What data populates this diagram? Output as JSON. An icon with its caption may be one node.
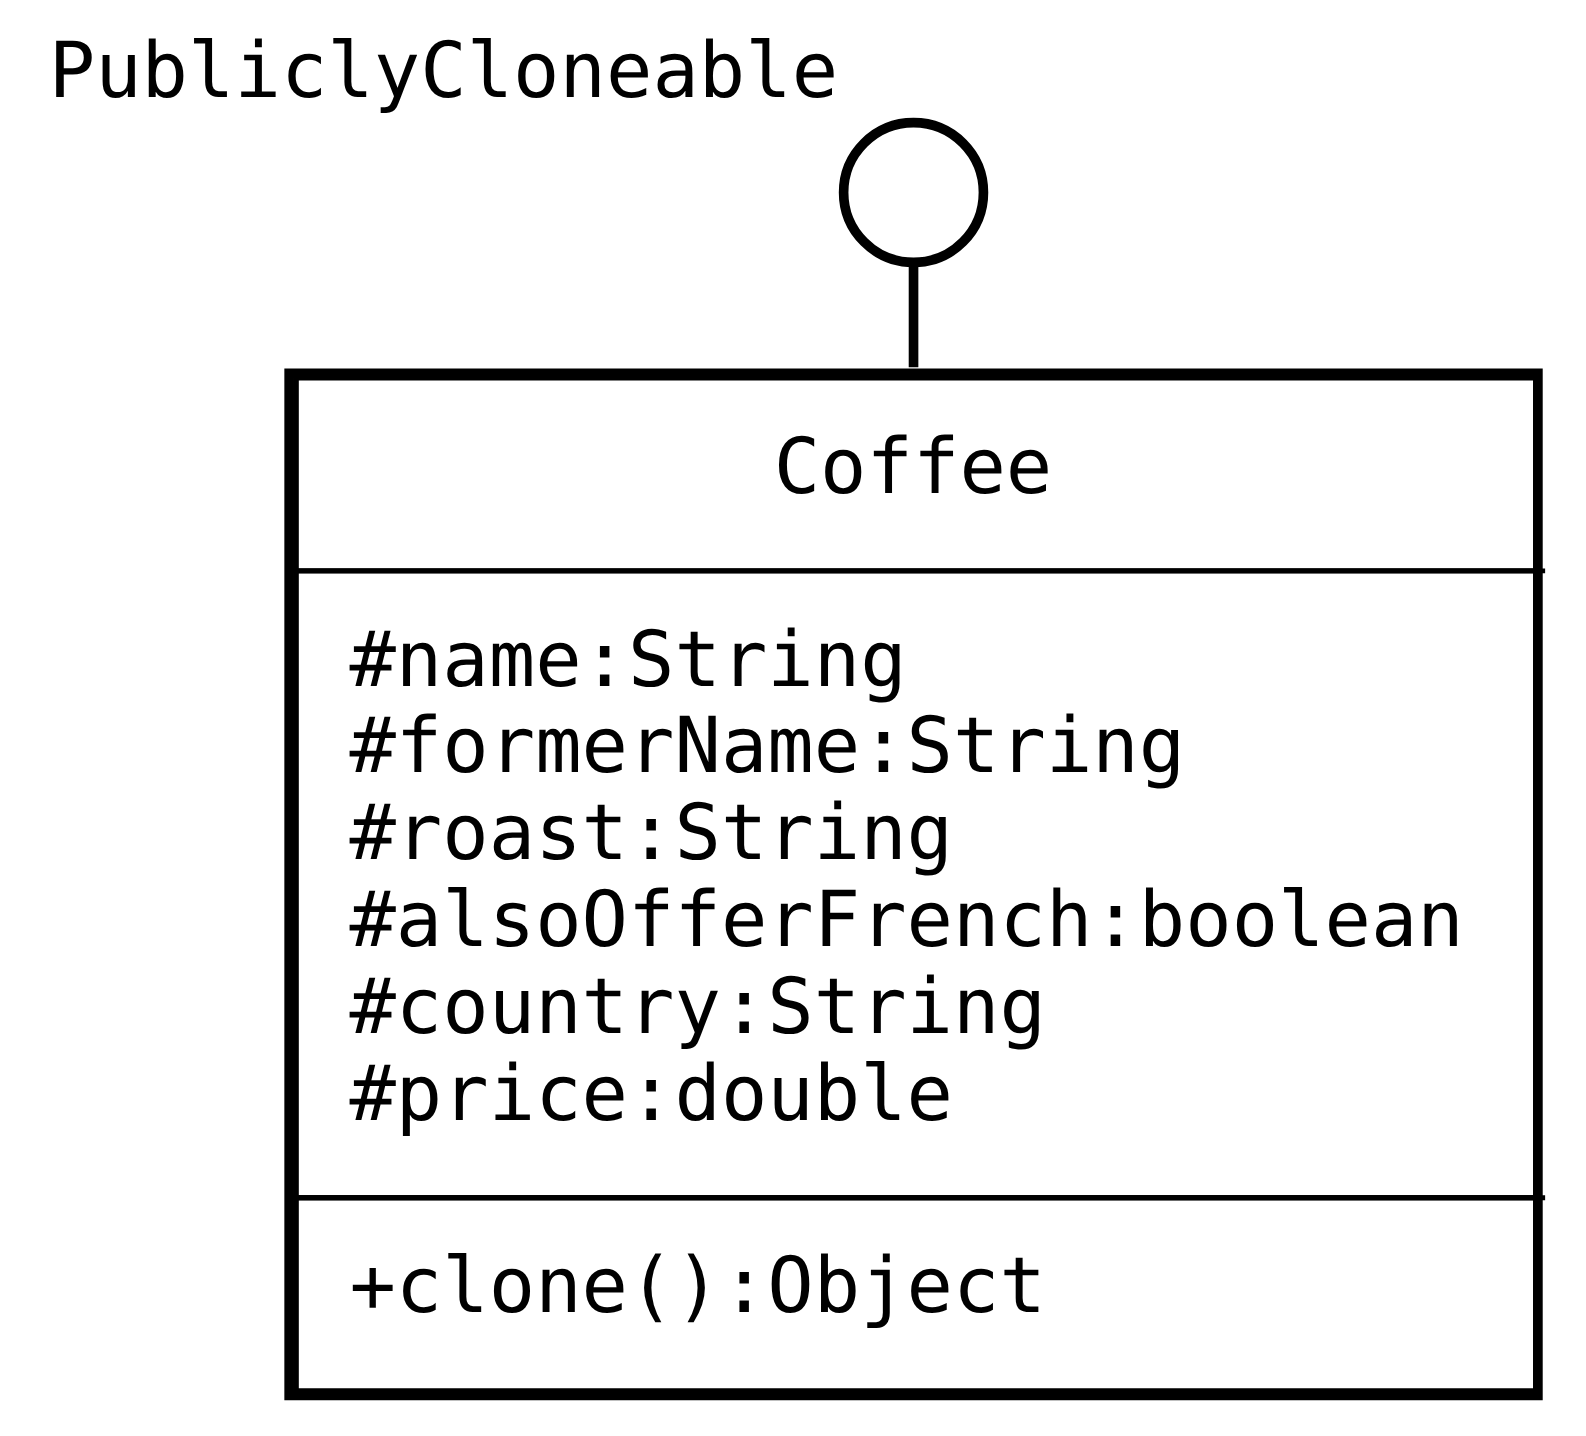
{
  "diagram": {
    "nodes": [
      {
        "text": [
          "PubliclyCloneable"
        ]
      },
      {
        "text": [
          "Coffee",
          "#name:String",
          "#formerName:String",
          "#roast:String",
          "#alsoOfferFrench:boolean",
          "#country:String",
          "#price:double",
          "+clone():Object"
        ]
      }
    ],
    "edges": [
      {
        "from": 0,
        "to": 1,
        "arrow": "none"
      }
    ]
  }
}
